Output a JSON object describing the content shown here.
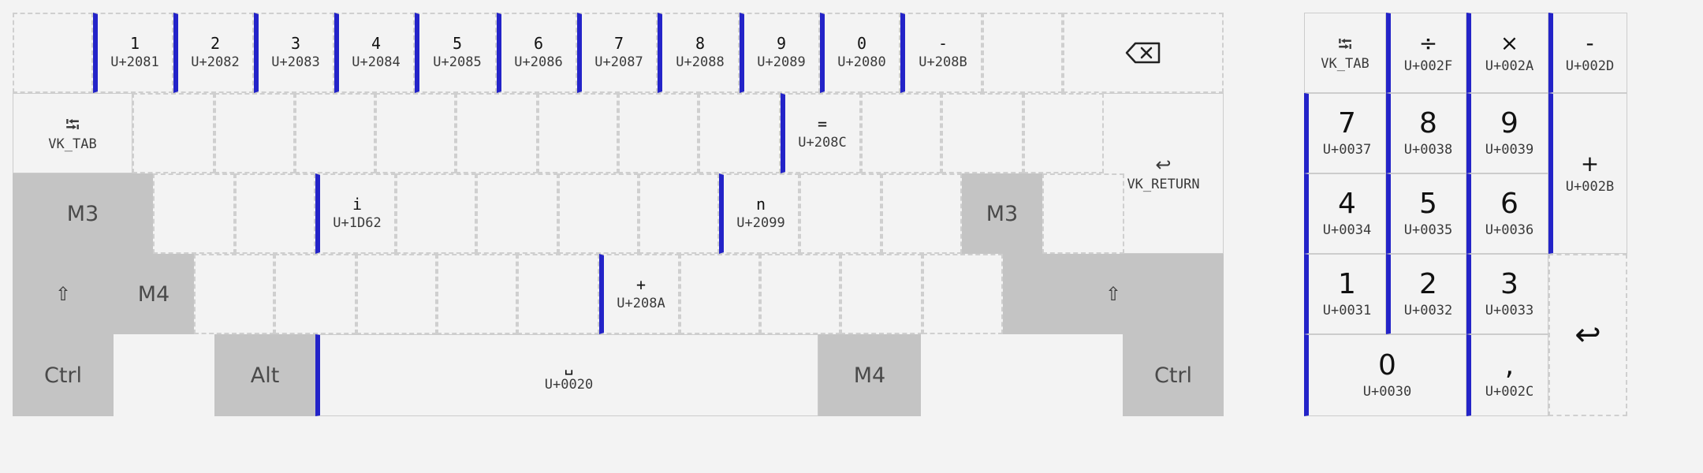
{
  "main": {
    "row1": [
      {
        "glyph": "1",
        "code": "U+2081"
      },
      {
        "glyph": "2",
        "code": "U+2082"
      },
      {
        "glyph": "3",
        "code": "U+2083"
      },
      {
        "glyph": "4",
        "code": "U+2084"
      },
      {
        "glyph": "5",
        "code": "U+2085"
      },
      {
        "glyph": "6",
        "code": "U+2086"
      },
      {
        "glyph": "7",
        "code": "U+2087"
      },
      {
        "glyph": "8",
        "code": "U+2088"
      },
      {
        "glyph": "9",
        "code": "U+2089"
      },
      {
        "glyph": "0",
        "code": "U+2080"
      },
      {
        "glyph": "-",
        "code": "U+208B"
      }
    ],
    "tab_label": "VK_TAB",
    "equals": {
      "glyph": "=",
      "code": "U+208C"
    },
    "return_label": "VK_RETURN",
    "m3_label": "M3",
    "i_key": {
      "glyph": "i",
      "code": "U+1D62"
    },
    "n_key": {
      "glyph": "n",
      "code": "U+2099"
    },
    "m4_label": "M4",
    "plus": {
      "glyph": "+",
      "code": "U+208A"
    },
    "ctrl_label": "Ctrl",
    "alt_label": "Alt",
    "space": {
      "glyph": "␣",
      "code": "U+0020"
    }
  },
  "numpad": {
    "tab_label": "VK_TAB",
    "div": {
      "glyph": "÷",
      "code": "U+002F"
    },
    "mul": {
      "glyph": "×",
      "code": "U+002A"
    },
    "minus": {
      "glyph": "-",
      "code": "U+002D"
    },
    "k7": {
      "glyph": "7",
      "code": "U+0037"
    },
    "k8": {
      "glyph": "8",
      "code": "U+0038"
    },
    "k9": {
      "glyph": "9",
      "code": "U+0039"
    },
    "plus": {
      "glyph": "+",
      "code": "U+002B"
    },
    "k4": {
      "glyph": "4",
      "code": "U+0034"
    },
    "k5": {
      "glyph": "5",
      "code": "U+0035"
    },
    "k6": {
      "glyph": "6",
      "code": "U+0036"
    },
    "k1": {
      "glyph": "1",
      "code": "U+0031"
    },
    "k2": {
      "glyph": "2",
      "code": "U+0032"
    },
    "k3": {
      "glyph": "3",
      "code": "U+0033"
    },
    "k0": {
      "glyph": "0",
      "code": "U+0030"
    },
    "comma": {
      "glyph": ",",
      "code": "U+002C"
    }
  },
  "icons": {
    "backspace": "backspace-icon",
    "tab": "tab-icon",
    "return": "return-icon",
    "shift": "shift-icon"
  },
  "colors": {
    "accent": "#2323c8",
    "modifier": "#c4c4c4",
    "background": "#f3f3f3"
  }
}
